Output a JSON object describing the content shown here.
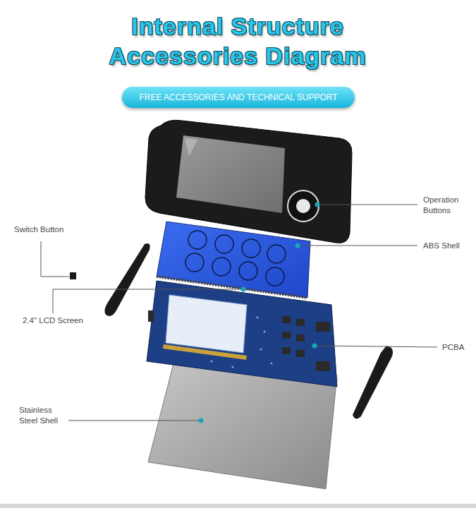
{
  "diagram": {
    "title": "Internal Structure Accessories Diagram",
    "nodes": [
      {
        "text": [
          "FREE ACCESSORIES AND TECHNICAL SUPPORT"
        ]
      }
    ],
    "labels": [
      "Operation Buttons",
      "ABS Shell",
      "Switch Button",
      "2.4\" LCD Screen",
      "PCBA",
      "Stainless Steel Shell"
    ]
  }
}
